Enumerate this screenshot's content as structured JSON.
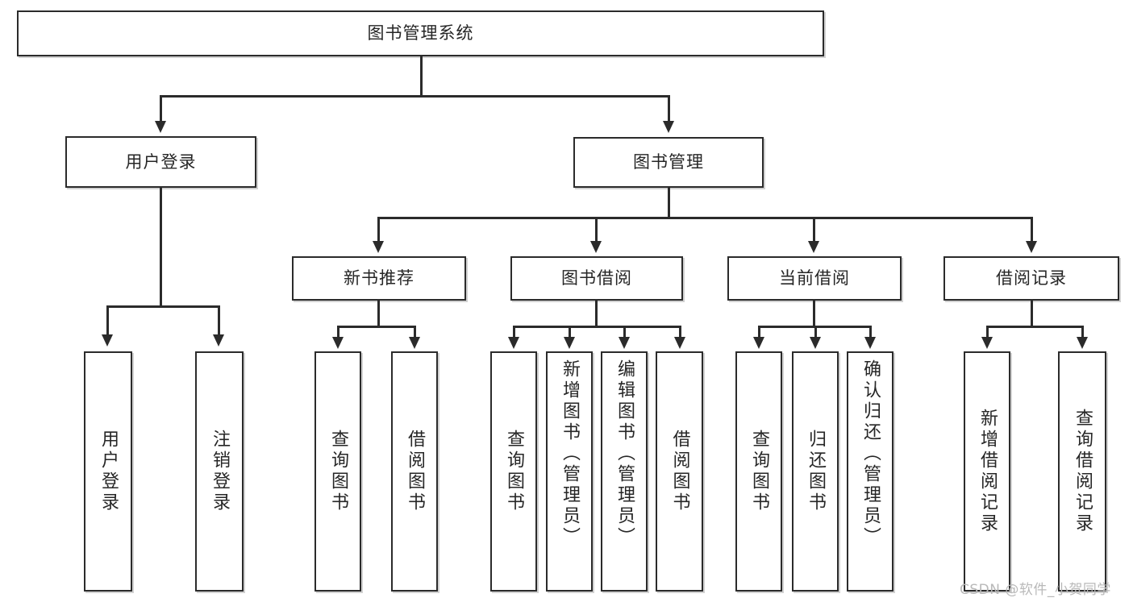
{
  "diagram": {
    "type": "tree-hierarchy",
    "title": "图书管理系统",
    "root": {
      "id": "root",
      "label": "图书管理系统"
    },
    "level1": [
      {
        "id": "user-login",
        "label": "用户登录"
      },
      {
        "id": "book-management",
        "label": "图书管理"
      }
    ],
    "level2": [
      {
        "id": "new-book-recommend",
        "label": "新书推荐",
        "parent": "book-management"
      },
      {
        "id": "book-borrow",
        "label": "图书借阅",
        "parent": "book-management"
      },
      {
        "id": "current-borrow",
        "label": "当前借阅",
        "parent": "book-management"
      },
      {
        "id": "borrow-record",
        "label": "借阅记录",
        "parent": "book-management"
      }
    ],
    "leaves": [
      {
        "id": "leaf-user-login",
        "label": "用户登录",
        "parent": "user-login"
      },
      {
        "id": "leaf-logout",
        "label": "注销登录",
        "parent": "user-login"
      },
      {
        "id": "leaf-query-book-1",
        "label": "查询图书",
        "parent": "new-book-recommend"
      },
      {
        "id": "leaf-borrow-book-1",
        "label": "借阅图书",
        "parent": "new-book-recommend"
      },
      {
        "id": "leaf-query-book-2",
        "label": "查询图书",
        "parent": "book-borrow"
      },
      {
        "id": "leaf-add-book",
        "label": "新增图书（管理员）",
        "parent": "book-borrow"
      },
      {
        "id": "leaf-edit-book",
        "label": "编辑图书（管理员）",
        "parent": "book-borrow"
      },
      {
        "id": "leaf-borrow-book-2",
        "label": "借阅图书",
        "parent": "book-borrow"
      },
      {
        "id": "leaf-query-book-3",
        "label": "查询图书",
        "parent": "current-borrow"
      },
      {
        "id": "leaf-return-book",
        "label": "归还图书",
        "parent": "current-borrow"
      },
      {
        "id": "leaf-confirm-return",
        "label": "确认归还（管理员）",
        "parent": "current-borrow"
      },
      {
        "id": "leaf-add-record",
        "label": "新增借阅记录",
        "parent": "borrow-record"
      },
      {
        "id": "leaf-query-record",
        "label": "查询借阅记录",
        "parent": "borrow-record"
      }
    ],
    "colors": {
      "stroke": "#2b2b2b",
      "fill": "#ffffff",
      "text": "#262626",
      "watermark": "#b9b9b9"
    }
  },
  "watermark": {
    "text": "CSDN @软件_小贺同学"
  }
}
